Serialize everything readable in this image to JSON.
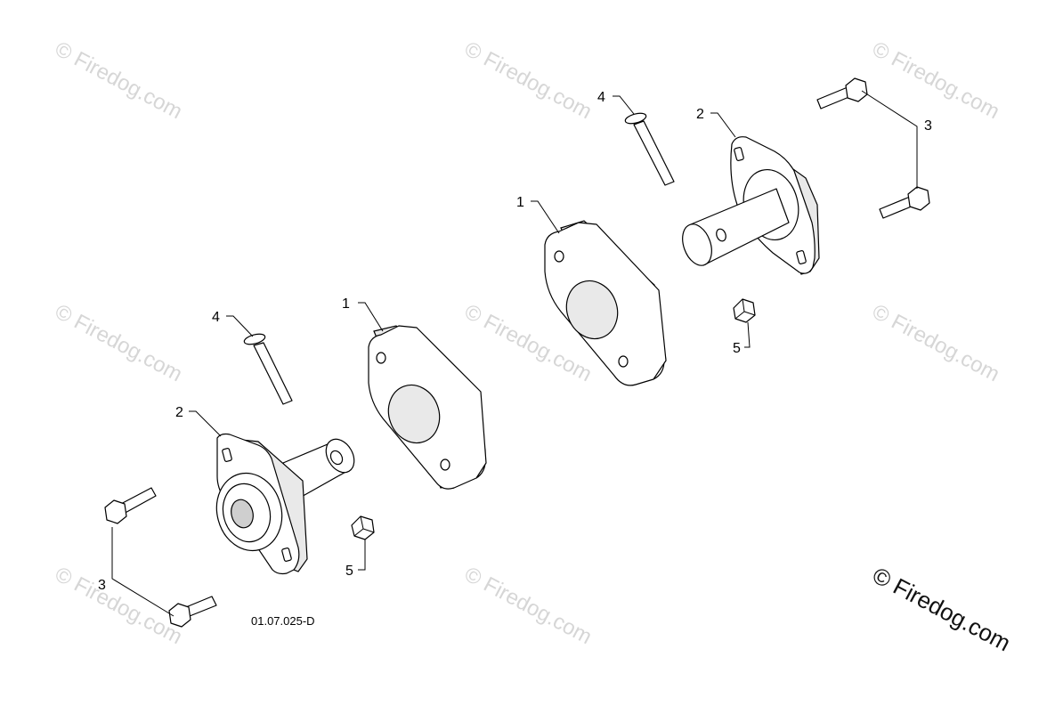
{
  "watermark": {
    "text": "© Firedog.com"
  },
  "brand": {
    "text": "© Firedog.com"
  },
  "drawing_number": "01.07.025-D",
  "callouts": {
    "flange_spacer_left": "1",
    "flange_spacer_right": "1",
    "bearing_flange_left": "2",
    "bearing_flange_right": "2",
    "flange_bolt_left": "3",
    "flange_bolt_right": "3",
    "pin_bolt_left": "4",
    "pin_bolt_right": "4",
    "nut_left": "5",
    "nut_right": "5"
  }
}
